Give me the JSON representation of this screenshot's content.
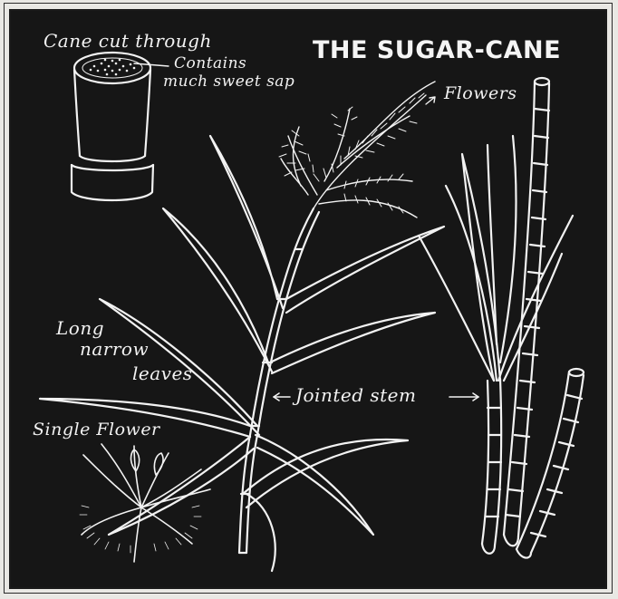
{
  "title": "THE SUGAR-CANE",
  "labels": {
    "cane_cut": "Cane cut through",
    "contains_1": "Contains",
    "contains_2": "much sweet sap",
    "flowers": "Flowers",
    "long": "Long",
    "narrow": "narrow",
    "leaves": "leaves",
    "jointed_stem": "Jointed stem",
    "single_flower": "Single Flower"
  },
  "colors": {
    "background": "#161616",
    "ink": "#f2f2f2",
    "paper": "#e9e8e4"
  }
}
